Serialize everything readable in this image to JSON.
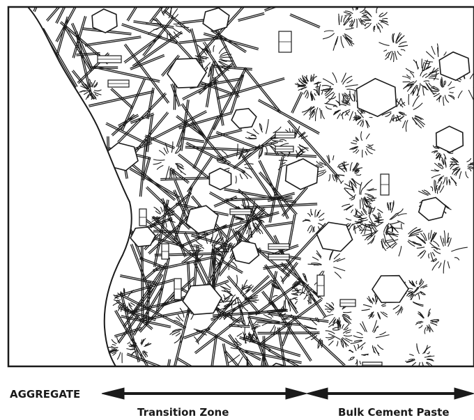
{
  "labels": {
    "aggregate": "AGGREGATE",
    "transition_zone": "Transition Zone",
    "bulk_cement_paste": "Bulk Cement Paste"
  }
}
